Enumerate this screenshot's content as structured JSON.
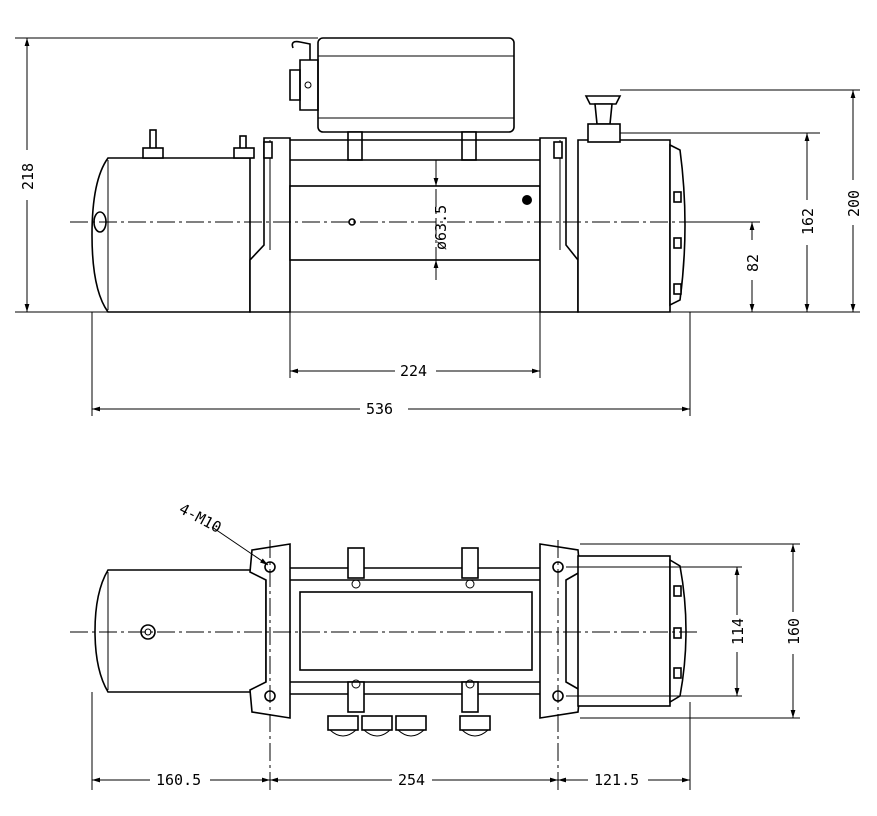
{
  "views": {
    "side": {
      "dimensions": {
        "overall_height": "218",
        "drum_diameter": "ø63.5",
        "drum_length": "224",
        "overall_length": "536",
        "center_height": "82",
        "motor_top_height": "162",
        "clutch_height": "200"
      }
    },
    "top": {
      "dimensions": {
        "bolt_spec": "4-M10",
        "left_offset": "160.5",
        "bolt_spacing_length": "254",
        "right_offset": "121.5",
        "bolt_spacing_width": "114",
        "overall_width": "160"
      }
    }
  },
  "colors": {
    "line": "#000000",
    "background": "#ffffff"
  }
}
